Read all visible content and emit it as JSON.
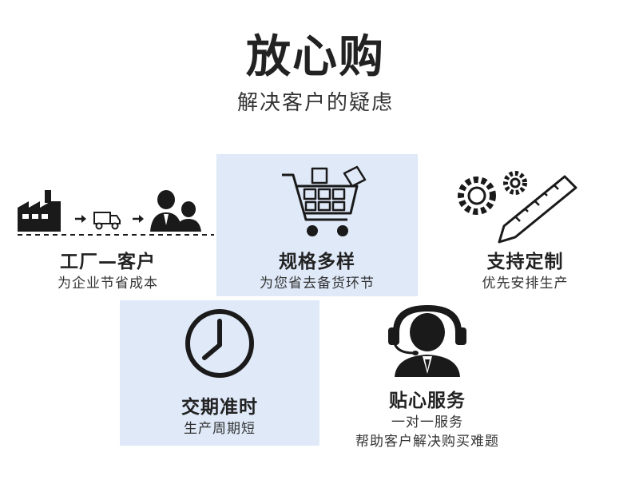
{
  "header": {
    "title": "放心购",
    "subtitle": "解决客户的疑虑"
  },
  "features": [
    {
      "title": "工厂—客户",
      "subtitle": "为企业节省成本",
      "icon": "factory-truck-customer-icon"
    },
    {
      "title": "规格多样",
      "subtitle": "为您省去备货环节",
      "icon": "shopping-cart-icon"
    },
    {
      "title": "支持定制",
      "subtitle": "优先安排生产",
      "icon": "gears-ruler-icon"
    },
    {
      "title": "交期准时",
      "subtitle": "生产周期短",
      "icon": "clock-icon"
    },
    {
      "title": "贴心服务",
      "subtitle": "一对一服务",
      "subtitle2": "帮助客户解决购买难题",
      "icon": "customer-service-headset-icon"
    }
  ],
  "colors": {
    "panel": "#dfe9f8",
    "text": "#222222",
    "icon": "#1a1a1a"
  }
}
